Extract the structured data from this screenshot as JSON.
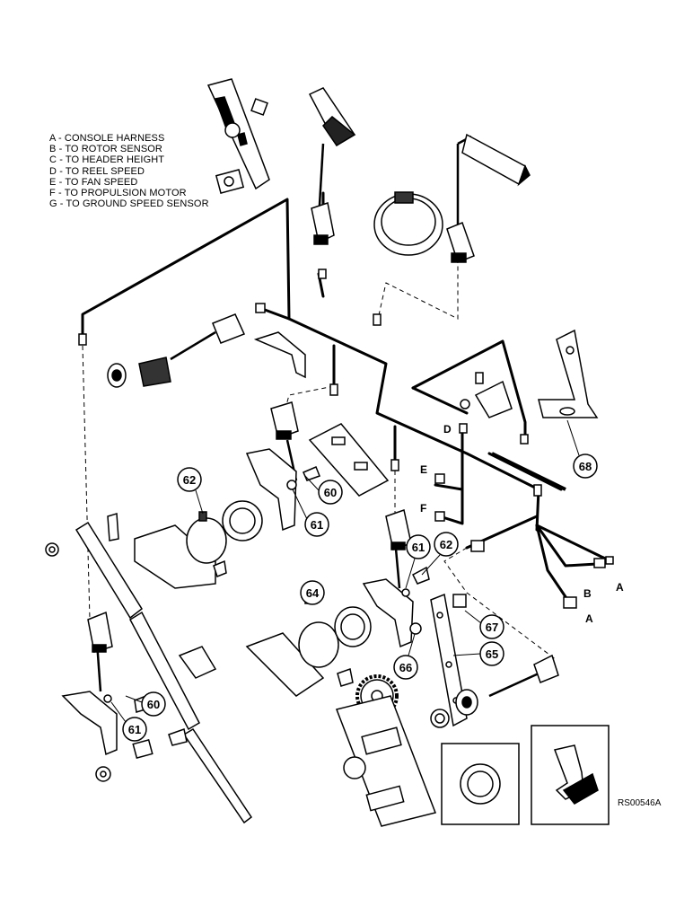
{
  "legend": [
    "A - CONSOLE HARNESS",
    "B - TO ROTOR SENSOR",
    "C - TO HEADER HEIGHT",
    "D - TO REEL SPEED",
    "E - TO FAN SPEED",
    "F - TO PROPULSION MOTOR",
    "G - TO GROUND SPEED SENSOR"
  ],
  "ref_numbers": [
    "60",
    "61",
    "62",
    "64",
    "65",
    "66",
    "67",
    "68"
  ],
  "callout_letters": [
    "A",
    "B",
    "D",
    "E",
    "F"
  ],
  "drawing_code": "RS00546A",
  "colors": {
    "ink": "#000000",
    "paper": "#ffffff"
  }
}
